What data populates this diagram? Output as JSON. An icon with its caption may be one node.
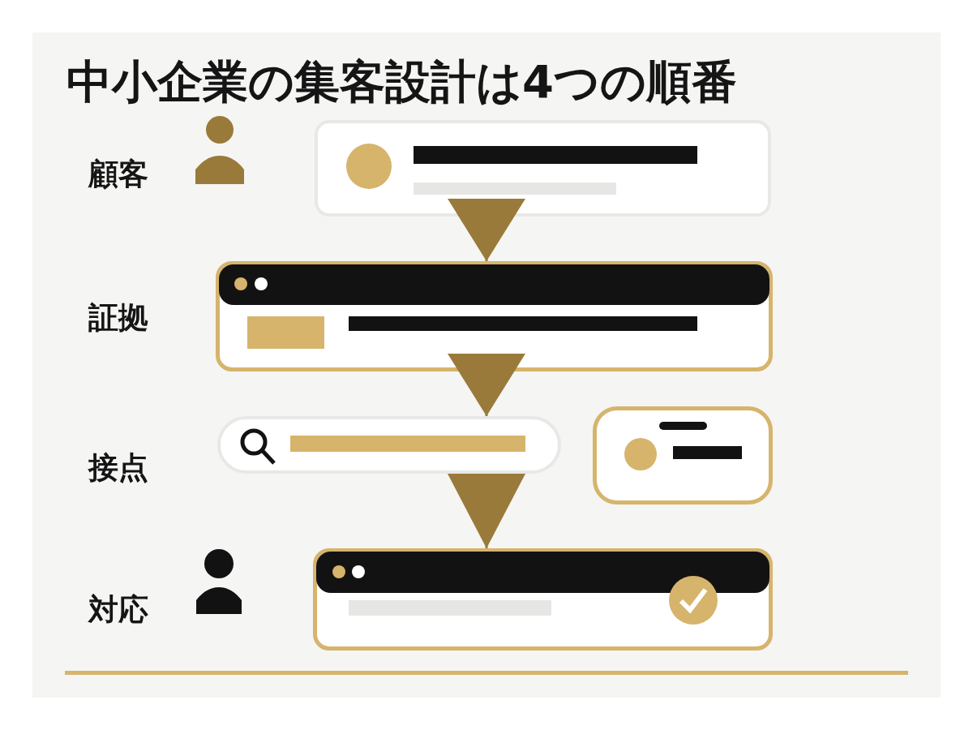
{
  "diagram": {
    "title": "中小企業の集客設計は4つの順番",
    "nodes": [
      {
        "text": [],
        "shape": "box"
      },
      {
        "text": [],
        "shape": "box"
      },
      {
        "text": [],
        "shape": "box"
      },
      {
        "text": [],
        "shape": "box"
      },
      {
        "text": [],
        "shape": "box"
      }
    ],
    "edges": [
      {
        "from": 0,
        "to": 1,
        "arrow": "to"
      },
      {
        "from": 1,
        "to": 2,
        "arrow": "to"
      },
      {
        "from": 2,
        "to": 4,
        "arrow": "to"
      }
    ],
    "labels": [
      "顧客",
      "証拠",
      "接点",
      "対応"
    ]
  }
}
